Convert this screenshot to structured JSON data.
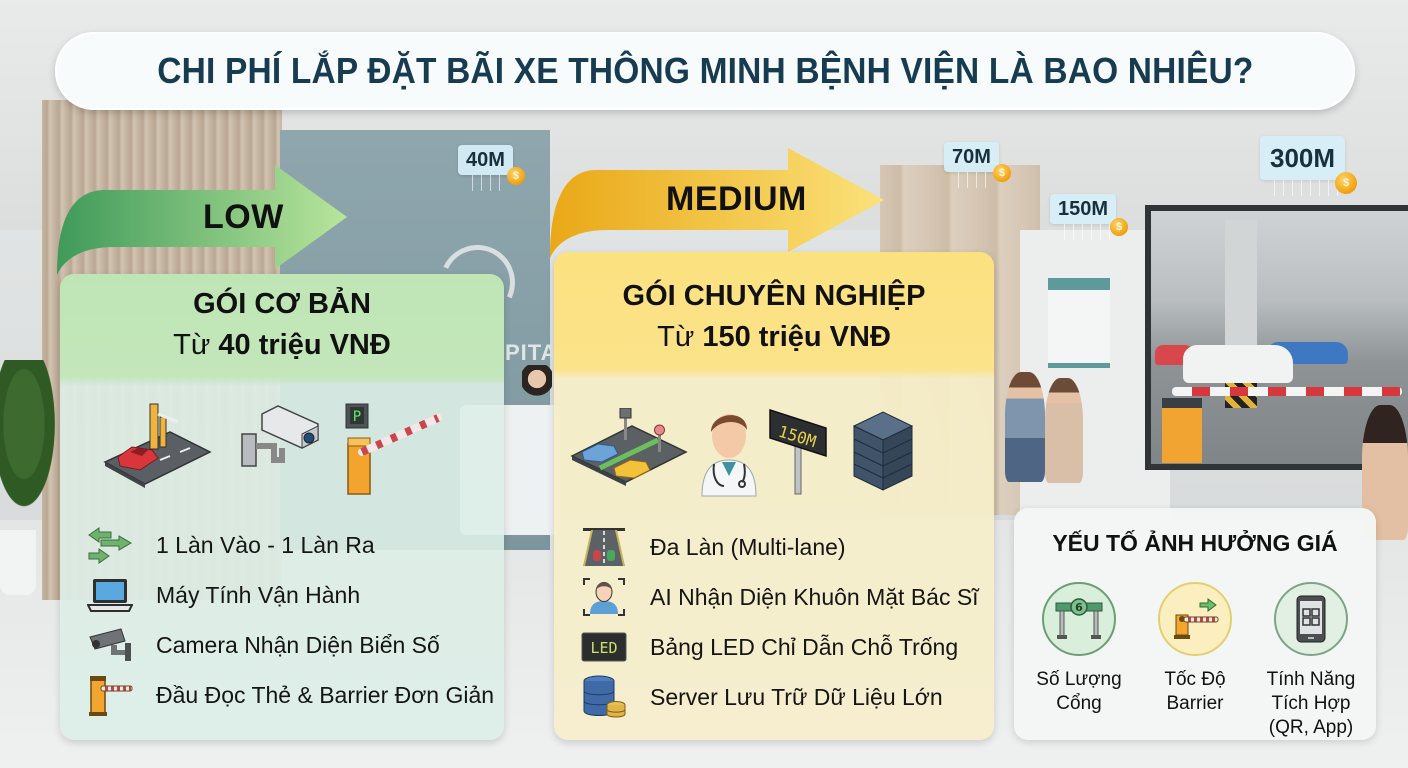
{
  "title": "CHI PHÍ LẮP ĐẶT BÃI XE THÔNG MINH BỆNH VIỆN LÀ BAO NHIÊU?",
  "background": {
    "hospital_sign_text": "PITAL"
  },
  "price_tags": [
    {
      "label": "40M",
      "coin_symbol": "$"
    },
    {
      "label": "70M",
      "coin_symbol": "$"
    },
    {
      "label": "150M",
      "coin_symbol": "$"
    },
    {
      "label": "300M",
      "coin_symbol": "$"
    }
  ],
  "tiers": {
    "low": {
      "arrow_label": "LOW",
      "color": "#5fae68",
      "package_name": "GÓI CƠ BẢN",
      "price_prefix": "Từ",
      "price_value": "40 triệu VNĐ",
      "illustrations": [
        "parking-lane-with-car",
        "security-camera",
        "parking-barrier-with-p-sign"
      ],
      "features": [
        {
          "icon": "bidirectional-arrows-icon",
          "text": "1 Làn Vào - 1 Làn Ra"
        },
        {
          "icon": "laptop-icon",
          "text": "Máy Tính Vận Hành"
        },
        {
          "icon": "cctv-camera-icon",
          "text": "Camera Nhận Diện Biển Số"
        },
        {
          "icon": "barrier-gate-icon",
          "text": "Đầu Đọc Thẻ & Barrier Đơn Giản"
        }
      ]
    },
    "medium": {
      "arrow_label": "MEDIUM",
      "color": "#f2bf2e",
      "package_name": "GÓI CHUYÊN NGHIỆP",
      "price_prefix": "Từ",
      "price_value": "150 triệu VNĐ",
      "illustrations": [
        "multi-lane-parking",
        "doctor",
        "led-sign",
        "server-rack"
      ],
      "led_sign_text": "150M",
      "features": [
        {
          "icon": "multi-lane-road-icon",
          "text": "Đa Làn (Multi-lane)"
        },
        {
          "icon": "face-recognition-icon",
          "text": "AI Nhận Diện Khuôn Mặt Bác Sĩ"
        },
        {
          "icon": "led-board-icon",
          "text": "Bảng LED Chỉ Dẫn Chỗ Trống",
          "icon_text": "LED"
        },
        {
          "icon": "database-server-icon",
          "text": "Server Lưu Trữ Dữ Liệu Lớn"
        }
      ]
    }
  },
  "factors": {
    "heading": "YẾU TỐ ẢNH HƯỞNG GIÁ",
    "items": [
      {
        "icon": "gate-count-icon",
        "line1": "Số Lượng",
        "line2": "Cổng",
        "line3": ""
      },
      {
        "icon": "barrier-speed-icon",
        "line1": "Tốc Độ",
        "line2": "Barrier",
        "line3": ""
      },
      {
        "icon": "qr-app-icon",
        "line1": "Tính Năng",
        "line2": "Tích Hợp",
        "line3": "(QR, App)"
      }
    ]
  }
}
